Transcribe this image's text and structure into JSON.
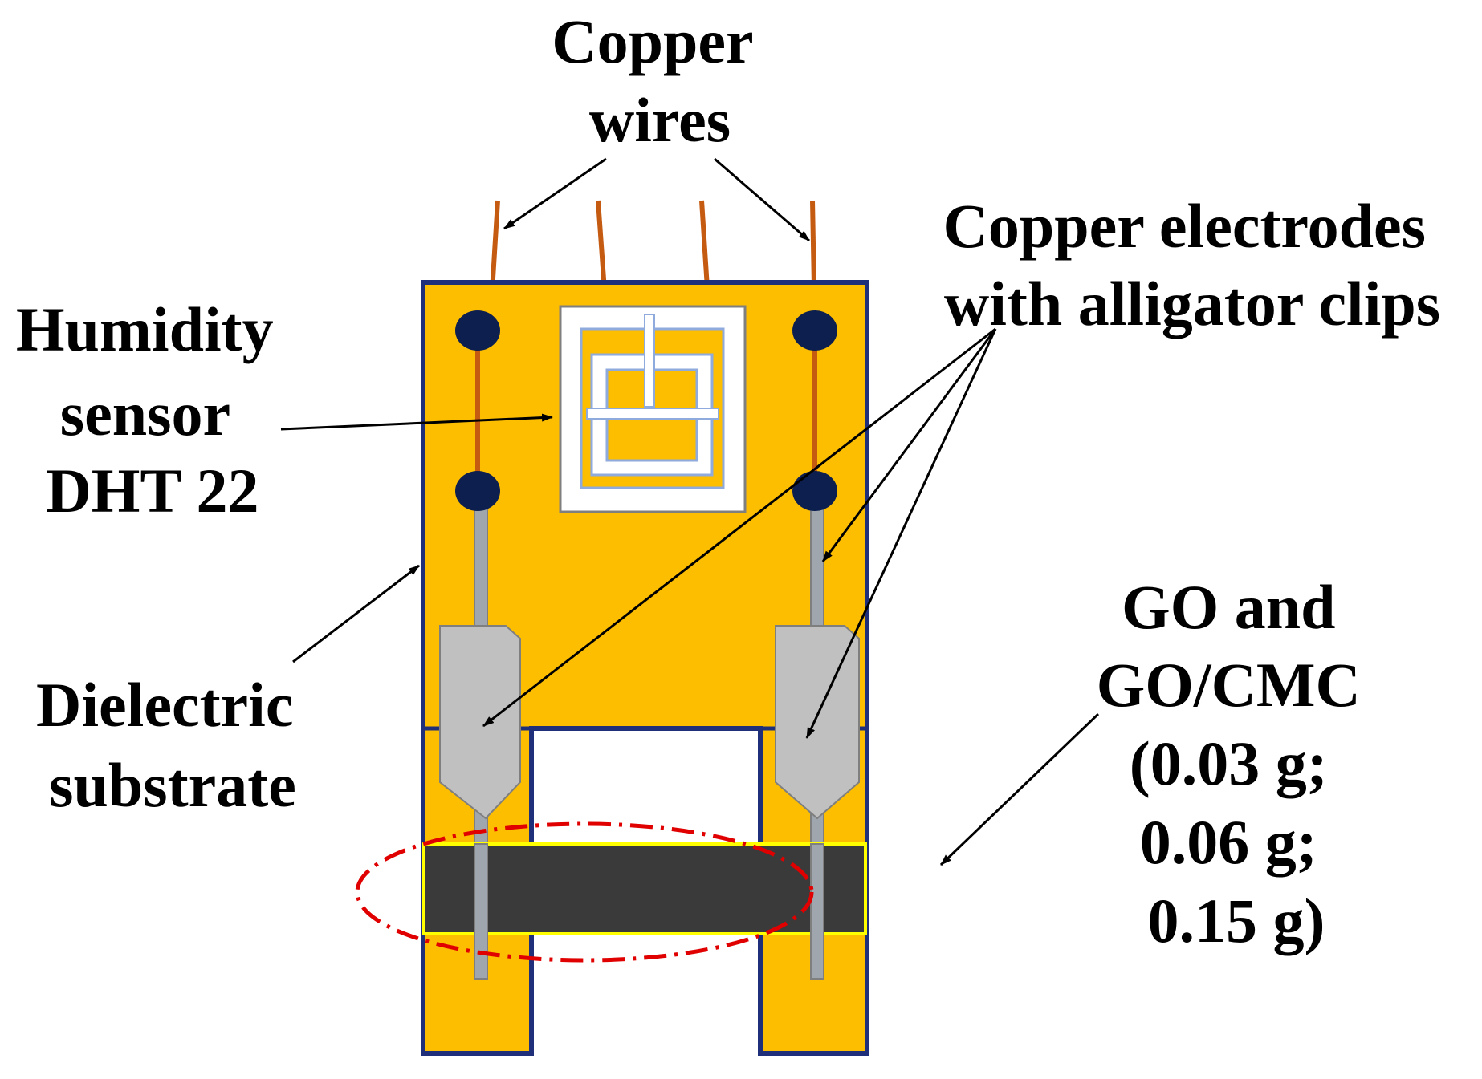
{
  "labels": {
    "copper_wires": [
      "Copper",
      "wires"
    ],
    "copper_electrodes": [
      "Copper electrodes",
      "with alligator clips"
    ],
    "humidity_sensor": [
      "Humidity",
      "sensor",
      "DHT 22"
    ],
    "dielectric_substrate": [
      "Dielectric",
      "substrate"
    ],
    "go_cmc": [
      "GO and",
      "GO/CMC",
      "(0.03 g;",
      "0.06 g;",
      "0.15 g)"
    ]
  },
  "colors": {
    "substrate_fill": "#FDBE00",
    "substrate_border": "#1F2F7A",
    "wire": "#C55A11",
    "solder_dot": "#0D1F4F",
    "electrode_gray": "#C0C0C0",
    "electrode_border": "#7F7F7F",
    "film_fill": "#3A3A3A",
    "film_border": "#FFFF00",
    "ellipse": "#E00000",
    "arrow": "#000000"
  }
}
